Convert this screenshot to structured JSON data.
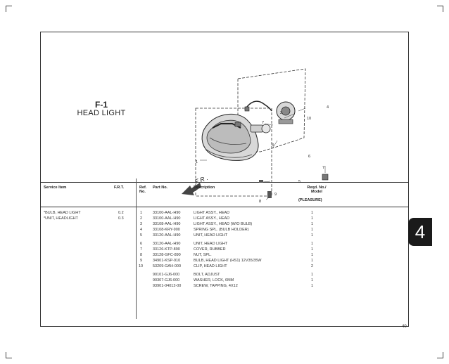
{
  "figure": {
    "code": "F-1",
    "title": "HEAD LIGHT",
    "direction_label": "F R ."
  },
  "callouts": [
    "1",
    "2",
    "3",
    "4",
    "5",
    "6",
    "7",
    "7",
    "8",
    "9",
    "10"
  ],
  "table": {
    "headers": {
      "service_item": "Service Item",
      "frt": "F.R.T.",
      "ref_no": "Ref. No.",
      "part_no": "Part No.",
      "description": "Description",
      "reqd": "Reqd. No./ Model",
      "model": "(PLEASURE)"
    },
    "service_items": [
      {
        "name": "*BULB, HEAD LIGHT",
        "frt": "0.2"
      },
      {
        "name": "*UNIT, HEADLIGHT",
        "frt": "0.3"
      }
    ],
    "rows": [
      {
        "ref": "1",
        "part": "33100-AAL-H90",
        "desc": "LIGHT ASSY., HEAD",
        "qty": "1"
      },
      {
        "ref": "2",
        "part": "33100-AAL-H90",
        "desc": "LIGHT ASSY., HEAD",
        "qty": "1"
      },
      {
        "ref": "3",
        "part": "33108-AAL-H90",
        "desc": "LIGHT ASSY., HEAD (W/O BULB)",
        "qty": "1"
      },
      {
        "ref": "4",
        "part": "33108-KRY-900",
        "desc": "SPRING SPL. (BULB HOLDER)",
        "qty": "1"
      },
      {
        "ref": "5",
        "part": "33120-AAL-H90",
        "desc": "UNIT, HEAD LIGHT",
        "qty": "1"
      },
      {
        "ref": "6",
        "part": "33120-AAL-H90",
        "desc": "UNIT, HEAD LIGHT",
        "qty": "1"
      },
      {
        "ref": "7",
        "part": "33126-KTP-890",
        "desc": "COVER, RUBBER",
        "qty": "1"
      },
      {
        "ref": "8",
        "part": "33128-GFC-890",
        "desc": "NUT, SPL.",
        "qty": "1"
      },
      {
        "ref": "9",
        "part": "34901-KSP-910",
        "desc": "BULB, HEAD LIGHT (HS1) 12V35/35W",
        "qty": "1"
      },
      {
        "ref": "10",
        "part": "53209-GAH-000",
        "desc": "CLIP, HEAD LIGHT",
        "qty": "2"
      },
      {
        "ref": "",
        "part": "90101-GJ6-000",
        "desc": "BOLT, ADJUST",
        "qty": "1"
      },
      {
        "ref": "",
        "part": "90307-GJ6-000",
        "desc": "WASHER, LOCK, 6MM",
        "qty": "1"
      },
      {
        "ref": "",
        "part": "93901-04012-00",
        "desc": "SCREW, TAPPING, 4X12",
        "qty": "1"
      }
    ]
  },
  "section_tab": "4",
  "page_number": "40"
}
